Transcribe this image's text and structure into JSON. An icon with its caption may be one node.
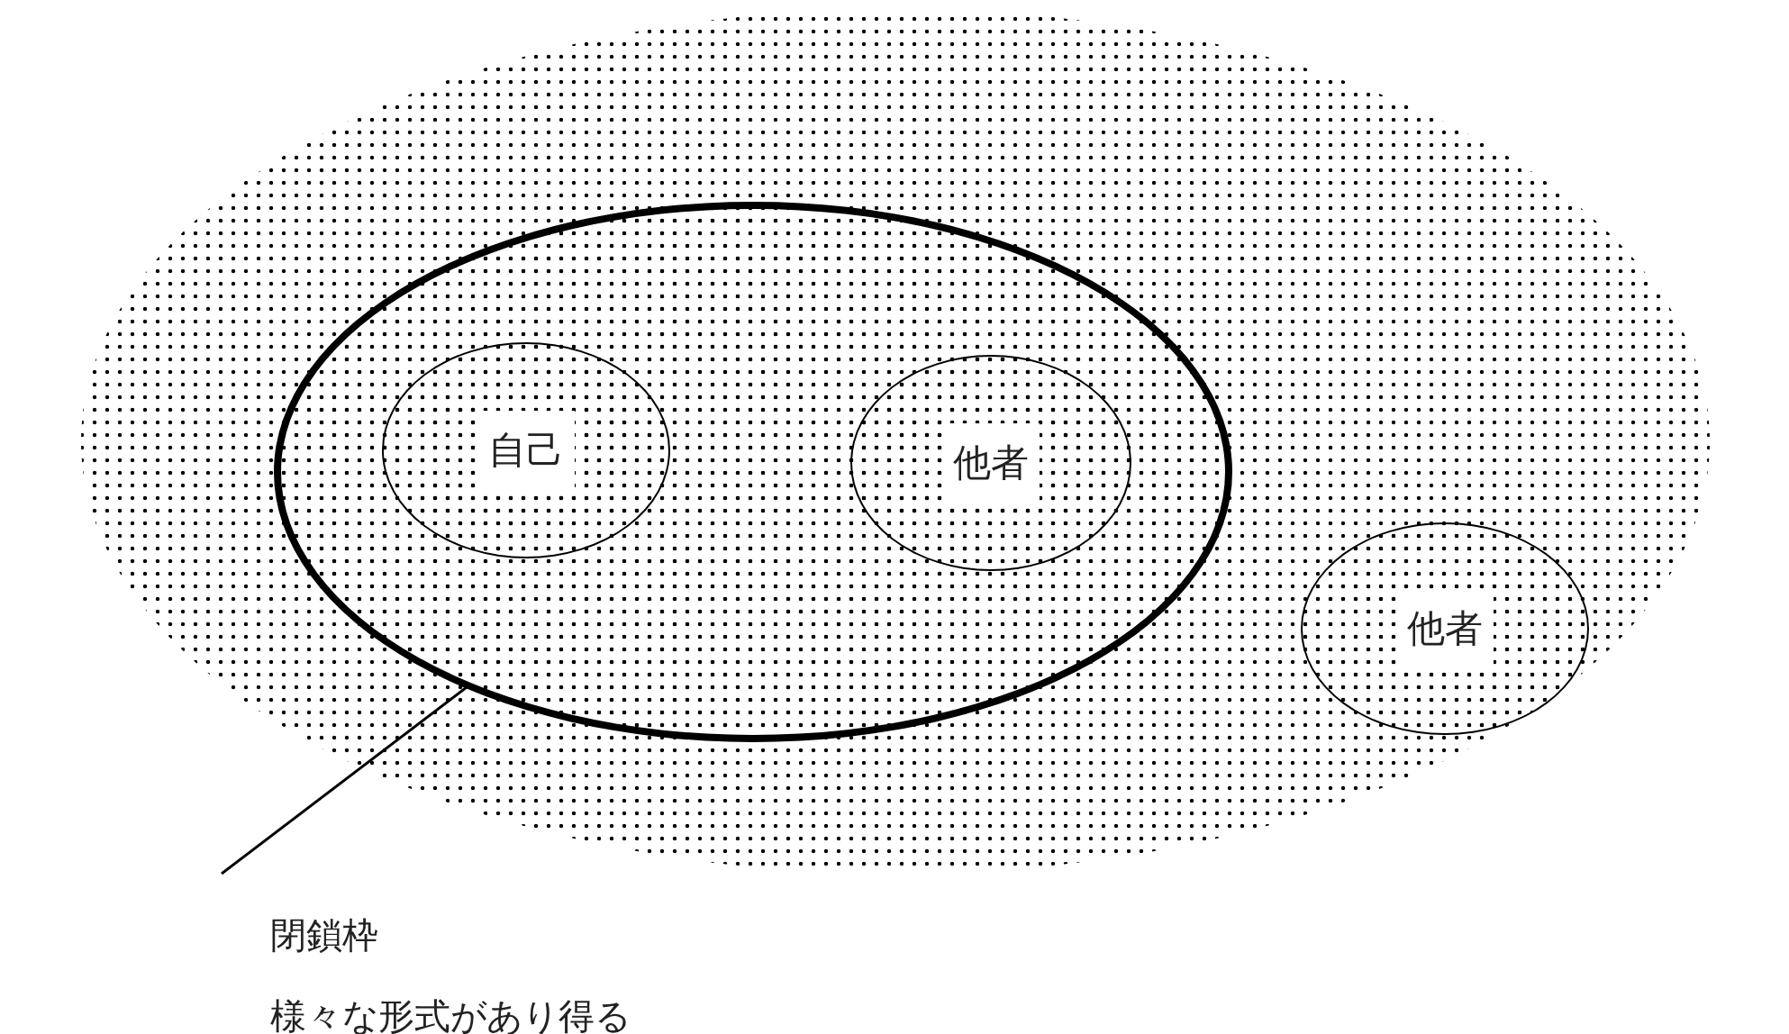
{
  "diagram": {
    "nodes": [
      {
        "text": [],
        "shape": "ellipse"
      },
      {
        "text": [],
        "shape": "ellipse",
        "in": 0
      },
      {
        "text": [
          "自己"
        ],
        "in": 1
      },
      {
        "text": [
          "他者"
        ],
        "in": 1
      },
      {
        "text": [
          "他者"
        ],
        "in": 0
      },
      {
        "text": [
          "閉鎖枠",
          "様々な形式があり得る"
        ]
      }
    ],
    "edges": [
      {
        "from": 5,
        "to": 1,
        "arrow": "none"
      }
    ]
  }
}
